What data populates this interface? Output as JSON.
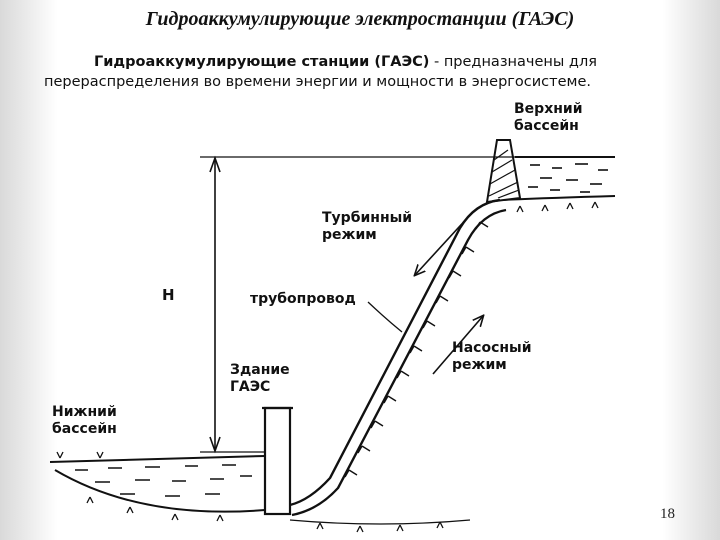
{
  "title": "Гидроаккумулирующие электростанции (ГАЭС)",
  "intro": {
    "bold_part": "Гидроаккумулирующие станции (ГАЭС)",
    "rest": " - предназначены для перераспределения во времени энергии и мощности в энергосистеме."
  },
  "labels": {
    "upper_basin_1": "Верхний",
    "upper_basin_2": "бассейн",
    "turbine_mode_1": "Турбинный",
    "turbine_mode_2": "режим",
    "head": "Н",
    "pipeline": "трубопровод",
    "pump_mode_1": "Насосный",
    "pump_mode_2": "режим",
    "station_1": "Здание",
    "station_2": "ГАЭС",
    "lower_basin_1": "Нижний",
    "lower_basin_2": "бассейн"
  },
  "page_number": "18"
}
